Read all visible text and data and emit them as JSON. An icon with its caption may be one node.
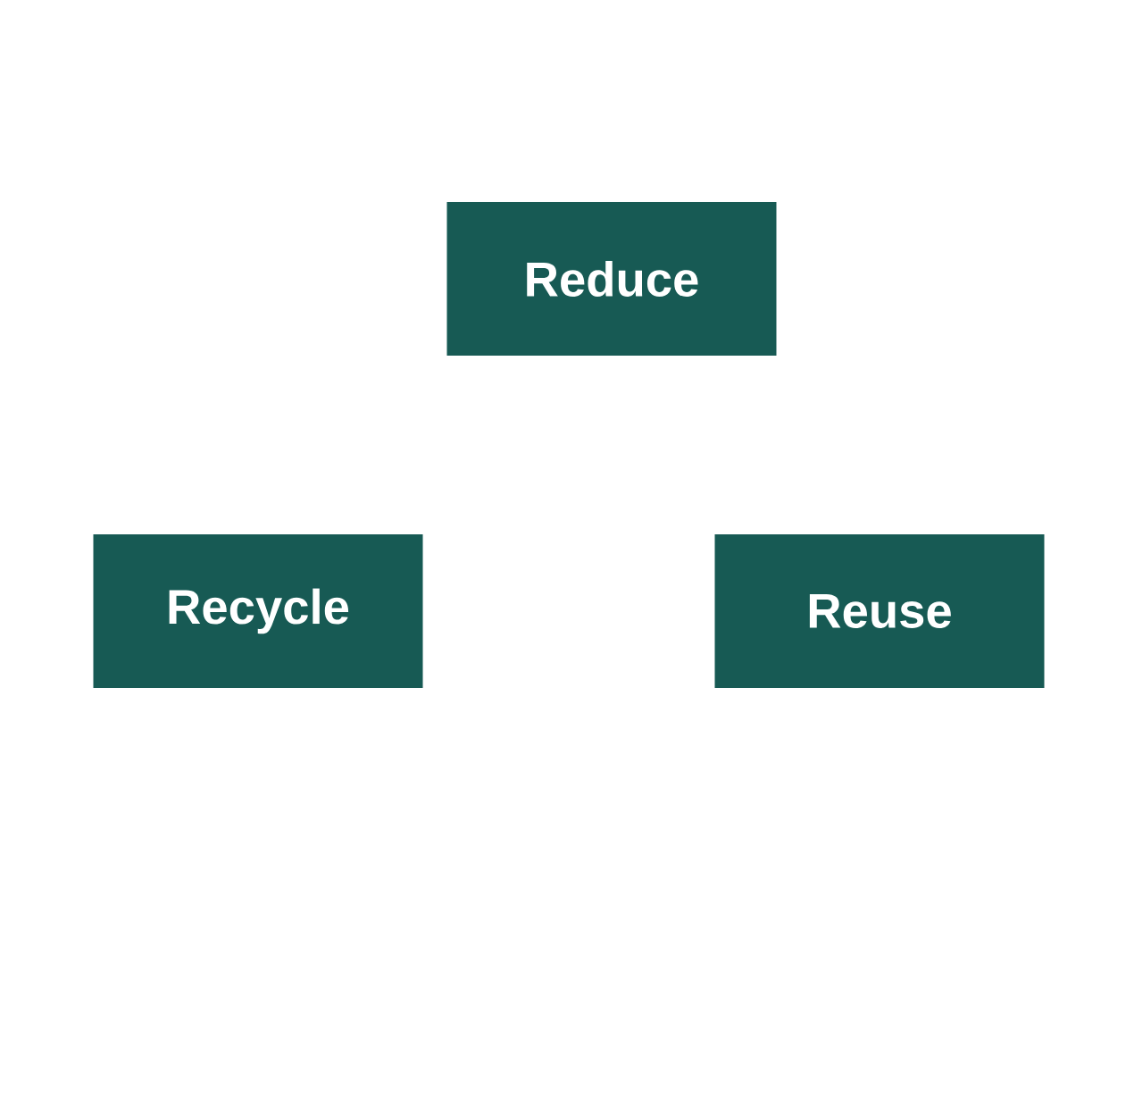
{
  "diagram": {
    "nodes": [
      {
        "text": [
          "Reduce"
        ]
      },
      {
        "text": [
          "Recycle"
        ]
      },
      {
        "text": [
          "Reuse"
        ]
      }
    ]
  }
}
